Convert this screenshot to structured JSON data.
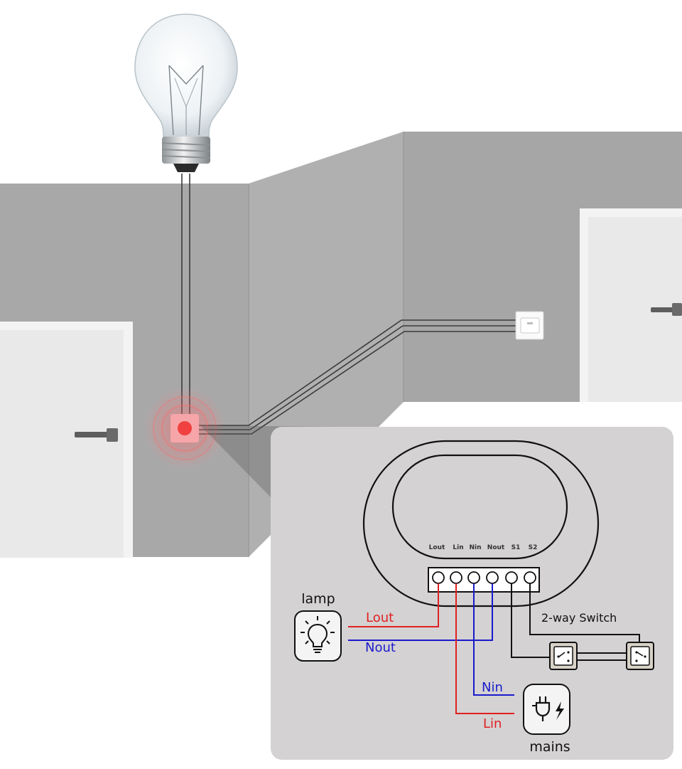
{
  "terminals": [
    "Lout",
    "Lin",
    "Nin",
    "Nout",
    "S1",
    "S2"
  ],
  "wire_labels": {
    "lout": "Lout",
    "nout": "Nout",
    "nin": "Nin",
    "lin": "Lin"
  },
  "devices": {
    "lamp": "lamp",
    "mains": "mains",
    "switch": "2-way Switch"
  },
  "icons": {
    "lamp": "lightbulb-icon",
    "mains": "plug-bolt-icon",
    "switch": "rocker-switch-icon"
  },
  "colors": {
    "wall": "#a9a8a9",
    "wall_light": "#b0afb0",
    "panel": "#d4d2d3",
    "live_wire": "#e02020",
    "neutral_wire": "#1a1acc",
    "switch_wire": "#111111",
    "indicator": "#f04040"
  }
}
